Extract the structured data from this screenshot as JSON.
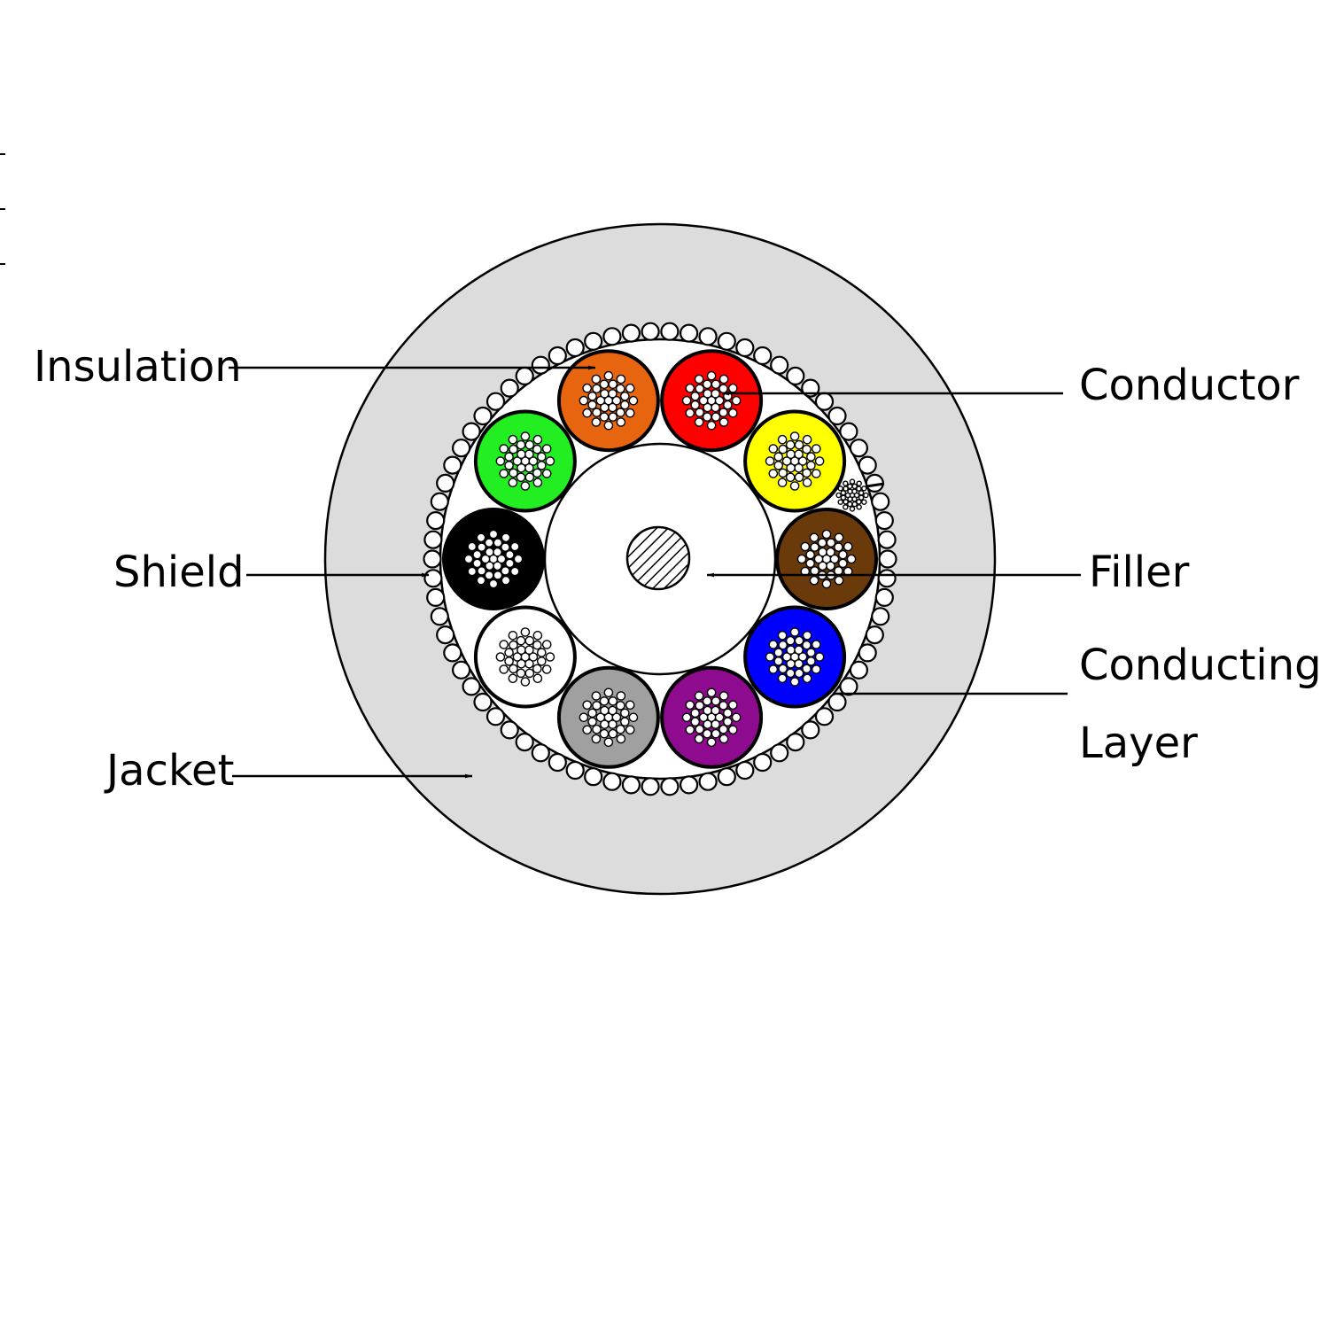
{
  "labels": {
    "insulation": "Insulation",
    "conductor": "Conductor",
    "shield": "Shield",
    "filler": "Filler",
    "conducting_line1": "Conducting",
    "conducting_line2": "Layer",
    "jacket": "Jacket"
  },
  "colors": {
    "jacket": "#dcdcdc",
    "outline": "#000000",
    "strand": "#ffffff"
  },
  "cores": [
    {
      "name": "orange",
      "color": "#e8650f"
    },
    {
      "name": "red",
      "color": "#ff0000"
    },
    {
      "name": "yellow",
      "color": "#ffff00"
    },
    {
      "name": "brown",
      "color": "#6b3a0b"
    },
    {
      "name": "blue",
      "color": "#0000ff"
    },
    {
      "name": "purple",
      "color": "#8e0a8e"
    },
    {
      "name": "gray",
      "color": "#a0a0a0"
    },
    {
      "name": "white",
      "color": "#ffffff"
    },
    {
      "name": "black",
      "color": "#000000"
    },
    {
      "name": "green",
      "color": "#22ee22"
    }
  ]
}
